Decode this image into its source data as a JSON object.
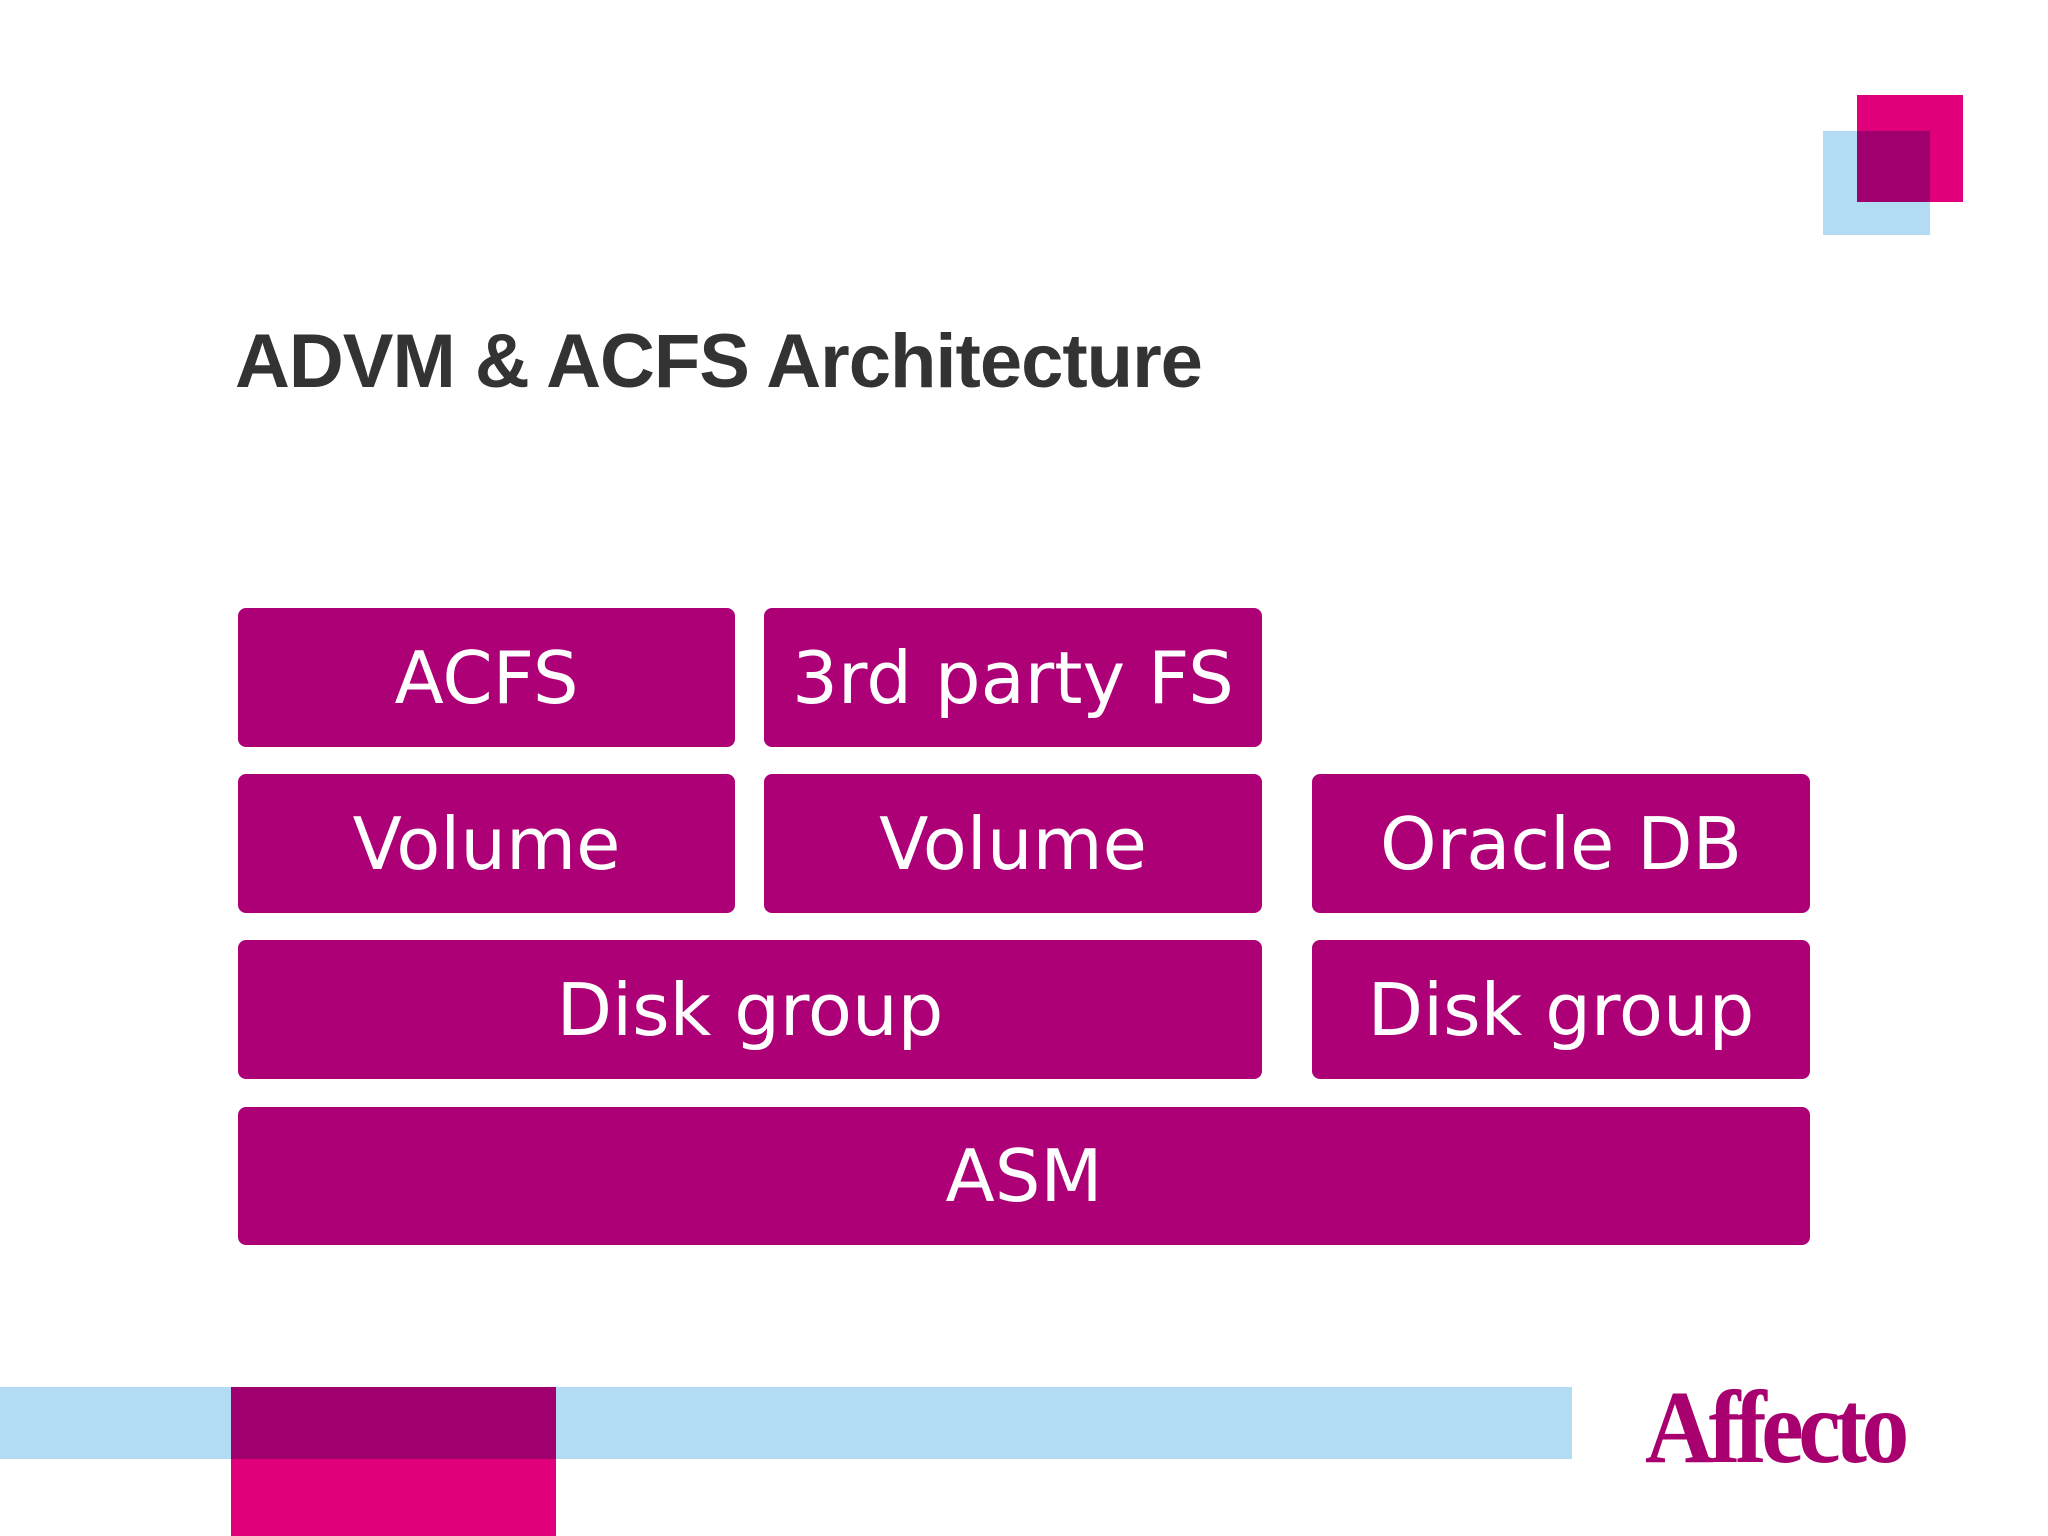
{
  "slide": {
    "title": "ADVM & ACFS Architecture",
    "boxes": {
      "acfs": "ACFS",
      "third_party_fs": "3rd party FS",
      "volume_1": "Volume",
      "volume_2": "Volume",
      "oracle_db": "Oracle DB",
      "disk_group_1": "Disk group",
      "disk_group_2": "Disk group",
      "asm": "ASM"
    },
    "logo": "Affecto"
  },
  "colors": {
    "box": "#ad0077",
    "pink": "#e0007a",
    "blue": "#b2dcf3",
    "overlap": "#a0006e",
    "title": "#333333"
  }
}
